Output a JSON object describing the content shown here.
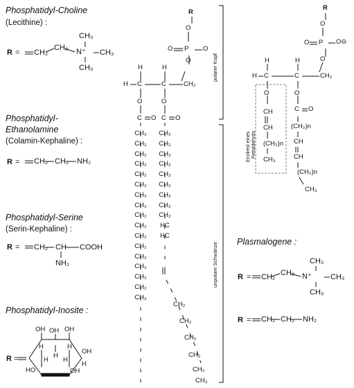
{
  "left": {
    "choline": {
      "title": "Phosphatidyl-Choline",
      "subtitle": "(Lecithine) :",
      "r": "R",
      "eq": "=",
      "f1": "CH₂",
      "f2": "CH₂",
      "nplus": "N⁺",
      "ch3_top": "CH₃",
      "ch3_right": "CH₃",
      "ch3_bottom": "CH₃"
    },
    "ethanolamine": {
      "title1": "Phosphatidyl-",
      "title2": "Ethanolamine",
      "subtitle": "(Colamin-Kephaline) :",
      "r": "R",
      "eq": "=",
      "f1": "CH₂",
      "f2": "CH₂",
      "f3": "NH₂"
    },
    "serine": {
      "title": "Phosphatidyl-Serine",
      "subtitle": "(Serin-Kephaline) :",
      "r": "R",
      "eq": "=",
      "f1": "CH₂",
      "f2": "CH",
      "f3": "COOH",
      "f4": "NH₂"
    },
    "inosite": {
      "title": "Phosphatidyl-Inosite :",
      "r": "R",
      "eq": "=",
      "oh": [
        "OH",
        "OH",
        "OH",
        "OH",
        "OH",
        "HO"
      ],
      "h": [
        "H",
        "H",
        "H",
        "H",
        "H",
        "H"
      ]
    }
  },
  "center": {
    "r": "R",
    "o1": "O",
    "p": "P",
    "o_eq": "O",
    "o2": "O",
    "o3": "O",
    "h1": "H",
    "h2": "H",
    "h3": "H",
    "c1": "C",
    "c2": "C",
    "ch2": "CH₂",
    "o_ester1": "O",
    "o_ester2": "O",
    "co1": "C",
    "o_co1": "O",
    "co2": "C",
    "o_co2": "O",
    "chain1": [
      "CH₂",
      "CH₂",
      "CH₂",
      "CH₂",
      "CH₂",
      "CH₂",
      "CH₂",
      "CH₂",
      "CH₂",
      "CH₂",
      "CH₂",
      "CH₂",
      "CH₂",
      "CH₂",
      "CH₂",
      "CH₂",
      "CH₃"
    ],
    "chain2": [
      "CH₂",
      "CH₂",
      "CH₂",
      "CH₂",
      "CH₂",
      "CH₂",
      "CH₂",
      "CH₂",
      "CH₂",
      "HC",
      "HC"
    ],
    "chain2_tail": [
      "CH₂",
      "CH₂",
      "CH₂",
      "CH₂",
      "CH₂",
      "CH₃"
    ],
    "bracket_top": "polarer Kopf",
    "bracket_bottom": "unpolare Schwänze"
  },
  "right": {
    "r": "R",
    "o1": "O",
    "o_eq": "O",
    "p": "P",
    "o_minus": "O⊖",
    "o3": "O",
    "h_left": "H",
    "c_left": "C",
    "h2": "H",
    "c2": "C",
    "ch2": "CH₂",
    "o_ether": "O",
    "o_ester": "O",
    "box_items": [
      "CH",
      "CH",
      "(CH₂)n",
      "CH₃"
    ],
    "box_label1": "Enolrest eines",
    "box_label2": "Fettaldehyds",
    "acyl": [
      "C",
      "O",
      "(CH₂)n",
      "CH",
      "CH",
      "(CH₂)n",
      "CH₃"
    ],
    "plasmalogene": {
      "title": "Plasmalogene :",
      "r1": "R",
      "eq": "=",
      "f1": "CH₂",
      "f2": "CH₂",
      "nplus": "N⁺",
      "ch3_top": "CH₃",
      "ch3_right": "CH₃",
      "ch3_bottom": "CH₃",
      "r2": "R",
      "g1": "CH₂",
      "g2": "CH₂",
      "g3": "NH₂"
    }
  }
}
